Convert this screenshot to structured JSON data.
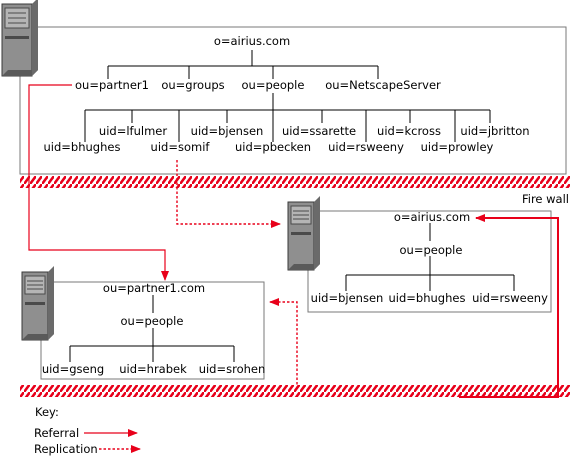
{
  "colors": {
    "referral": "#e8001a",
    "replication": "#e8001a",
    "firewall": "#e8001a",
    "box_border": "#7a7a7a",
    "server_body": "#8f8f8f",
    "server_dark": "#4a4a4a",
    "tree_line": "#000000"
  },
  "main_tree": {
    "root": "o=airius.com",
    "branches": [
      "ou=partner1",
      "ou=groups",
      "ou=people",
      "ou=NetscapeServer"
    ],
    "people_top": [
      "uid=lfulmer",
      "uid=bjensen",
      "uid=ssarette",
      "uid=kcross",
      "uid=jbritton"
    ],
    "people_bottom": [
      "uid=bhughes",
      "uid=somif",
      "uid=pbecken",
      "uid=rsweeny",
      "uid=prowley"
    ]
  },
  "firewall_label": "Fire wall",
  "replica_tree": {
    "root": "o=airius.com",
    "branch": "ou=people",
    "leaves": [
      "uid=bjensen",
      "uid=bhughes",
      "uid=rsweeny"
    ]
  },
  "partner_tree": {
    "root": "ou=partner1.com",
    "branch": "ou=people",
    "leaves": [
      "uid=gseng",
      "uid=hrabek",
      "uid=srohen"
    ]
  },
  "key": {
    "title": "Key:",
    "referral": "Referral",
    "replication": "Replication"
  }
}
